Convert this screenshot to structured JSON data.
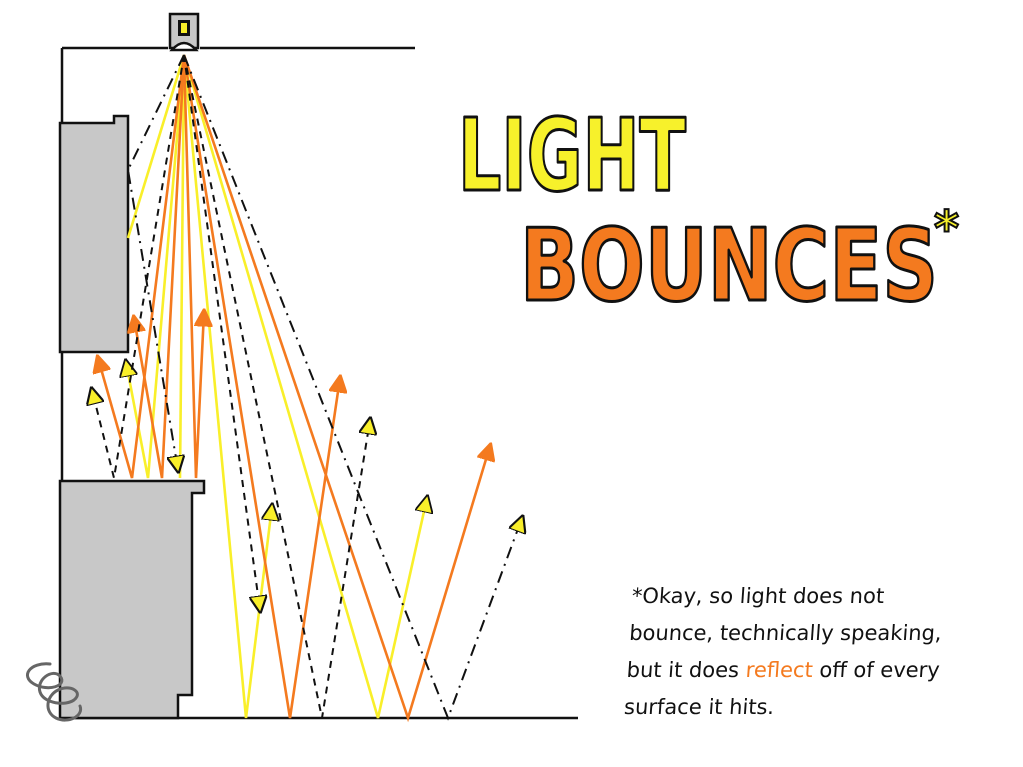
{
  "title": {
    "line1": "LIGHT",
    "line2": "BOUNCES",
    "asterisk": "*"
  },
  "colors": {
    "line1_fill": "#f7f12b",
    "line2_fill": "#f47a1f",
    "outline": "#111111",
    "wall_gray": "#c8c8c8",
    "ray_yellow": "#f9ef2a",
    "ray_orange": "#f47a1f",
    "ray_dashed": "#111111"
  },
  "footnote": {
    "marker": "*",
    "part1": "Okay, so light does not bounce, technically speaking, but it does",
    "highlight": "reflect",
    "part2": "off of every surface it hits."
  },
  "icons": [
    "ceiling-light-icon",
    "signature-icon"
  ]
}
